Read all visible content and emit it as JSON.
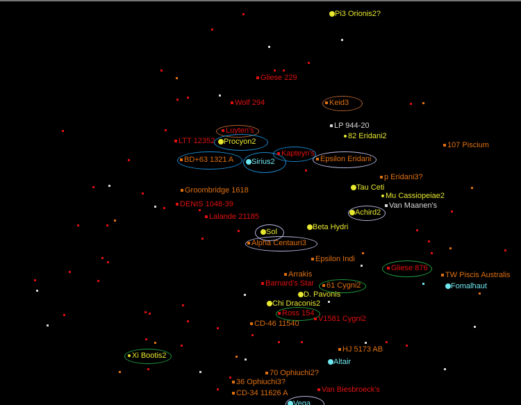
{
  "colors": {
    "red": "#e01010",
    "orange": "#e07010",
    "yellow": "#e8e830",
    "cyan": "#70e8f0",
    "white": "#d8d8d8",
    "ring_blue": "#1a8ad0",
    "ring_lavender": "#b8b8e0",
    "ring_green": "#20a040",
    "ring_brown": "#b06030"
  },
  "stars": [
    {
      "name": "Pi3 Orionis2?",
      "color": "yellow",
      "size": "big"
    },
    {
      "name": "Gliese 229",
      "color": "red"
    },
    {
      "name": "Wolf 294",
      "color": "red"
    },
    {
      "name": "Keid3",
      "color": "orange",
      "ring": "ring_brown"
    },
    {
      "name": "Luyten's",
      "color": "red",
      "ring": "ring_brown"
    },
    {
      "name": "LTT 12352",
      "color": "red"
    },
    {
      "name": "Procyon2",
      "color": "yellow",
      "size": "big",
      "ring": "ring_blue"
    },
    {
      "name": "LP 944-20",
      "color": "white"
    },
    {
      "name": "82 Eridani2",
      "color": "yellow"
    },
    {
      "name": "BD+63 1321 A",
      "color": "orange",
      "ring": "ring_blue"
    },
    {
      "name": "Sirius2",
      "color": "cyan",
      "size": "big",
      "ring": "ring_blue"
    },
    {
      "name": "Kapteyn's",
      "color": "red",
      "ring": "ring_blue"
    },
    {
      "name": "Epsilon Eridani",
      "color": "orange",
      "ring": "ring_lavender"
    },
    {
      "name": "107 Piscium",
      "color": "orange"
    },
    {
      "name": "p Eridani3?",
      "color": "orange"
    },
    {
      "name": "Tau Ceti",
      "color": "yellow",
      "size": "big"
    },
    {
      "name": "Groombridge 1618",
      "color": "orange"
    },
    {
      "name": "Mu Cassiopeiae2",
      "color": "yellow"
    },
    {
      "name": "Van Maanen's",
      "color": "white"
    },
    {
      "name": "DENIS 1048-39",
      "color": "red"
    },
    {
      "name": "Achird2",
      "color": "yellow",
      "size": "big",
      "ring": "ring_lavender"
    },
    {
      "name": "Lalande 21185",
      "color": "red"
    },
    {
      "name": "Sol",
      "color": "yellow",
      "size": "big",
      "ring": "ring_lavender"
    },
    {
      "name": "Beta Hydri",
      "color": "yellow",
      "size": "big"
    },
    {
      "name": "Alpha Centauri3",
      "color": "orange",
      "ring": "ring_lavender"
    },
    {
      "name": "Epsilon Indi",
      "color": "orange"
    },
    {
      "name": "Gliese 876",
      "color": "red",
      "ring": "ring_green"
    },
    {
      "name": "Barnard's Star",
      "color": "red"
    },
    {
      "name": "Arrakis",
      "color": "orange"
    },
    {
      "name": "61 Cygni2",
      "color": "orange",
      "ring": "ring_green"
    },
    {
      "name": "D. Pavonis",
      "color": "yellow",
      "size": "big"
    },
    {
      "name": "TW Piscis Australis",
      "color": "orange"
    },
    {
      "name": "Fomalhaut",
      "color": "cyan",
      "size": "big"
    },
    {
      "name": "Chi Draconis2",
      "color": "yellow",
      "size": "big"
    },
    {
      "name": "Ross 154",
      "color": "red",
      "ring": "ring_green"
    },
    {
      "name": "CD-46 11540",
      "color": "orange"
    },
    {
      "name": "V1581 Cygni2",
      "color": "red"
    },
    {
      "name": "HJ 5173 AB",
      "color": "orange"
    },
    {
      "name": "Xi Bootis2",
      "color": "yellow",
      "ring": "ring_green"
    },
    {
      "name": "Altair",
      "color": "cyan",
      "size": "big"
    },
    {
      "name": "70 Ophiuchi2?",
      "color": "orange"
    },
    {
      "name": "36 Ophiuchi3?",
      "color": "orange"
    },
    {
      "name": "CD-34 11626 A",
      "color": "orange"
    },
    {
      "name": "Van Biesbroeck's",
      "color": "red"
    },
    {
      "name": "Vega",
      "color": "cyan",
      "size": "big",
      "ring": "ring_lavender"
    }
  ]
}
